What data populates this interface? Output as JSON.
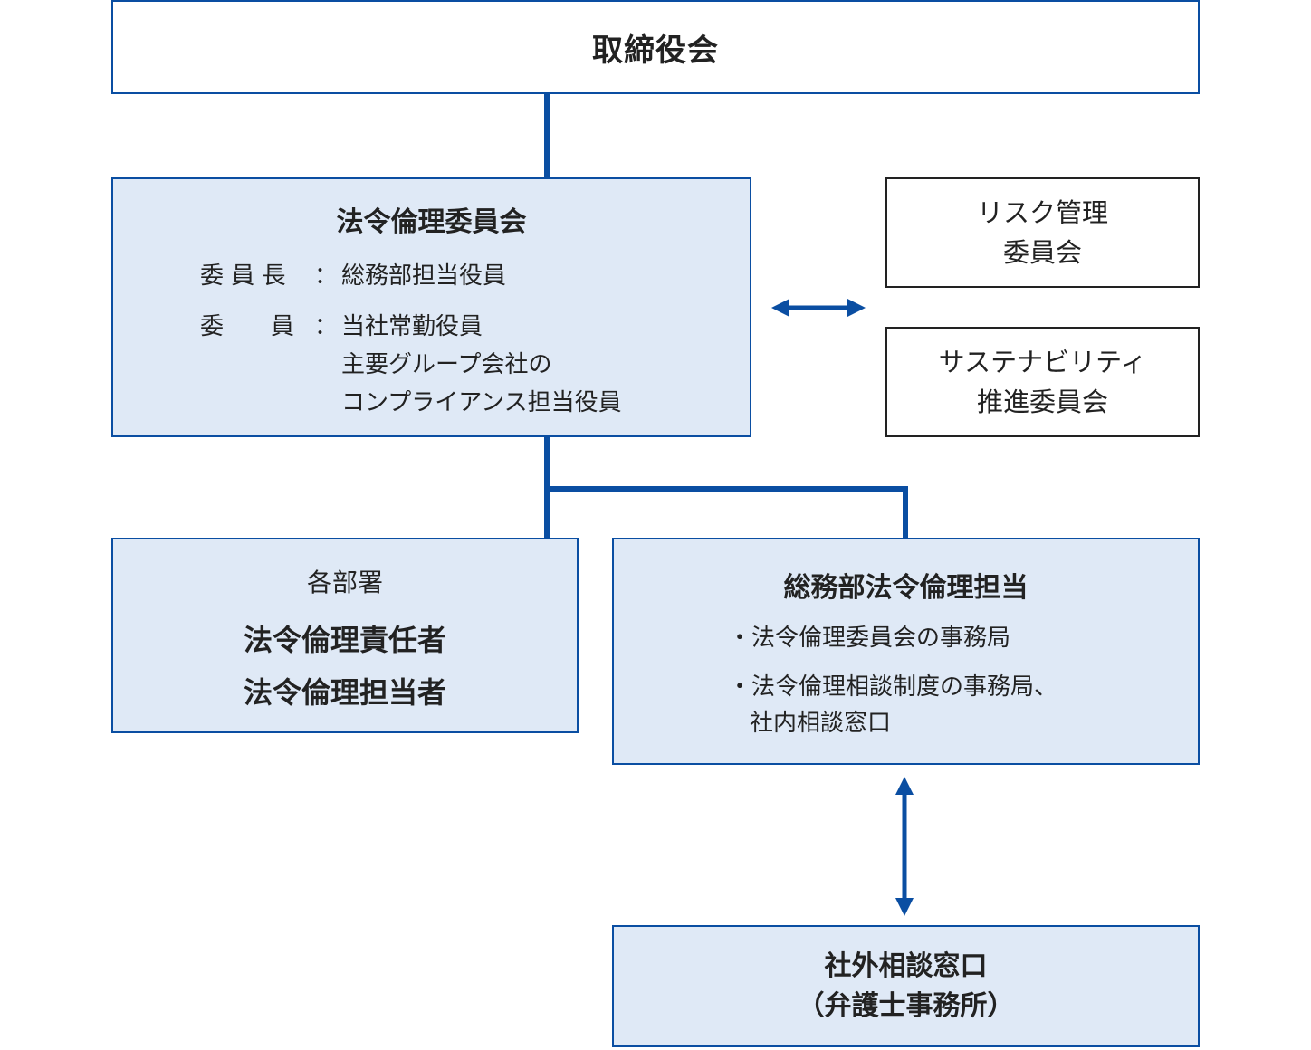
{
  "board": {
    "title": "取締役会"
  },
  "compliance_committee": {
    "title": "法令倫理委員会",
    "chair_label": "委 員 長",
    "chair_value": "総務部担当役員",
    "member_label": "委　　員",
    "member_values": [
      "当社常勤役員",
      "主要グループ会社の",
      "コンプライアンス担当役員"
    ],
    "separator": "："
  },
  "risk_committee": {
    "lines": [
      "リスク管理",
      "委員会"
    ]
  },
  "sustainability_committee": {
    "lines": [
      "サステナビリティ",
      "推進委員会"
    ]
  },
  "departments": {
    "heading": "各部署",
    "lines": [
      "法令倫理責任者",
      "法令倫理担当者"
    ]
  },
  "general_affairs": {
    "title": "総務部法令倫理担当",
    "bullet": "・",
    "items": [
      "法令倫理委員会の事務局",
      "法令倫理相談制度の事務局、",
      "社内相談窓口"
    ]
  },
  "external_contact": {
    "lines": [
      "社外相談窓口",
      "（弁護士事務所）"
    ]
  },
  "colors": {
    "line": "#0a4ea2",
    "fill": "#dfe9f6",
    "border_dark": "#222222"
  }
}
